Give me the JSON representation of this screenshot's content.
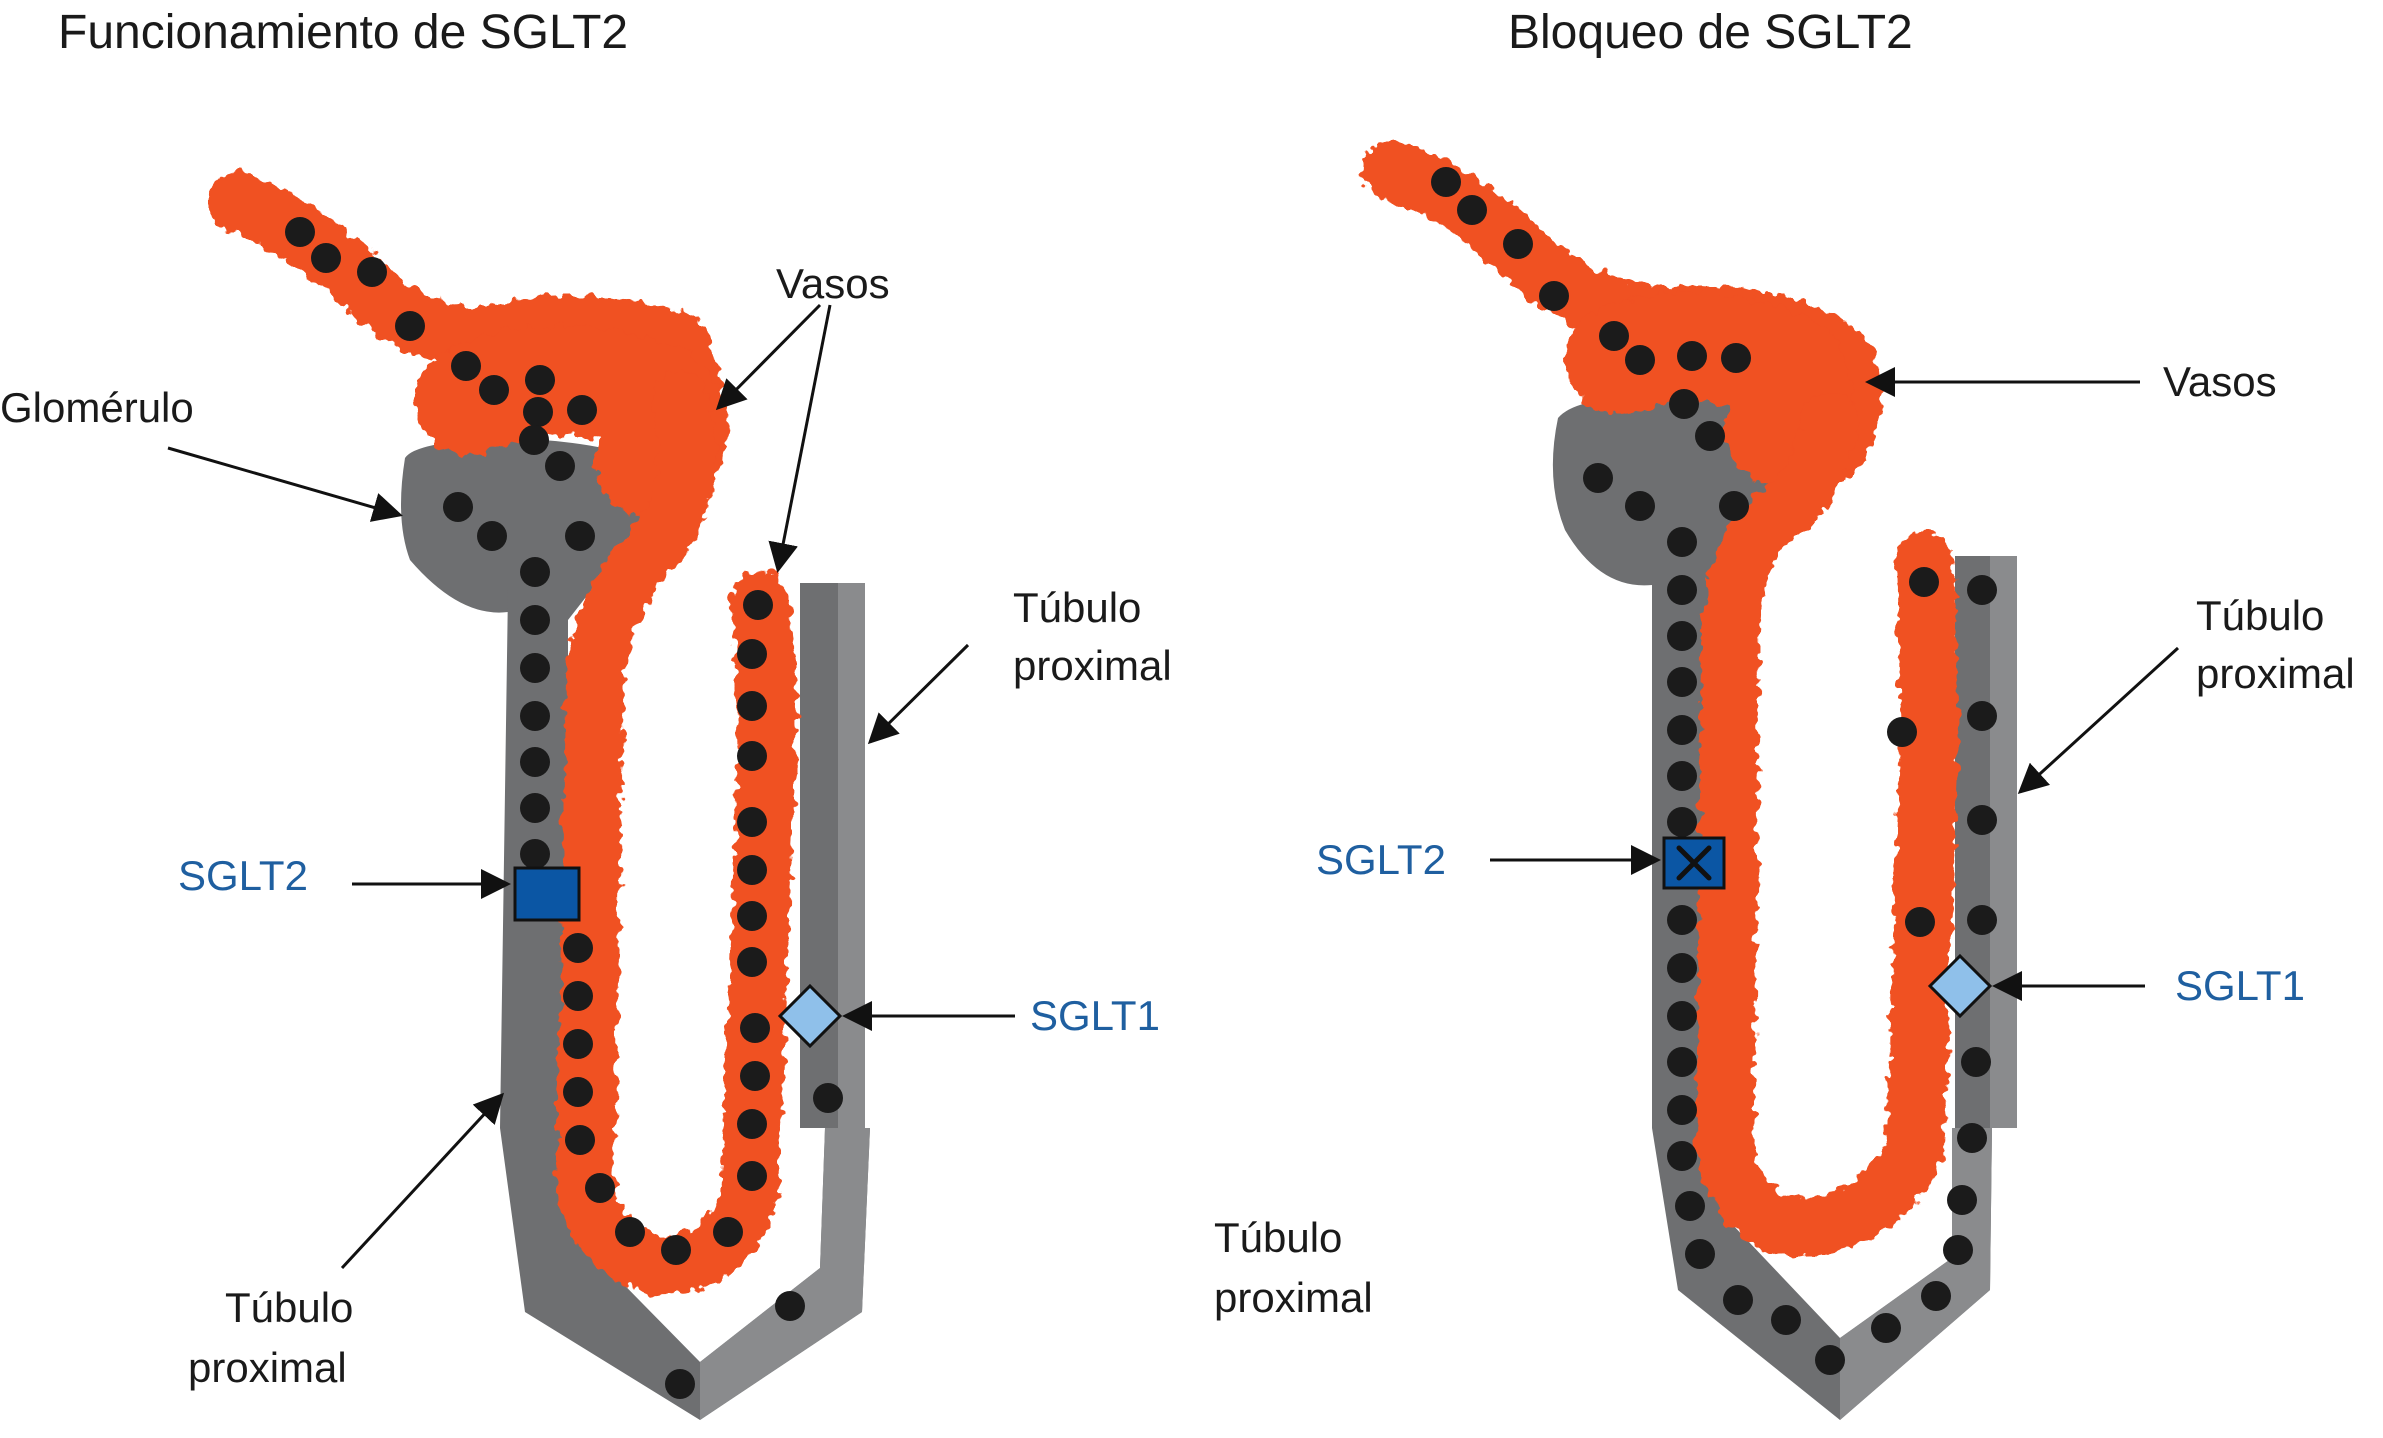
{
  "colors": {
    "tubule": "#6e6f71",
    "tubule_light": "#8a8b8d",
    "vessel": "#f05123",
    "molecule": "#1b1b1b",
    "sglt2": "#0b56a4",
    "sglt1": "#8fc0ea",
    "label_blue": "#1f5fa0",
    "arrow": "#111111"
  },
  "left_panel": {
    "title": "Funcionamiento de SGLT2",
    "labels": {
      "vessels": "Vasos",
      "glomerulus": "Glomérulo",
      "tubule_right_1": "Túbulo",
      "tubule_right_2": "proximal",
      "tubule_bottom_1": "Túbulo",
      "tubule_bottom_2": "proximal",
      "sglt2": "SGLT2",
      "sglt1": "SGLT1"
    }
  },
  "right_panel": {
    "title": "Bloqueo de SGLT2",
    "labels": {
      "vessels": "Vasos",
      "tubule_right_1": "Túbulo",
      "tubule_right_2": "proximal",
      "tubule_bottom_1": "Túbulo",
      "tubule_bottom_2": "proximal",
      "sglt2": "SGLT2",
      "sglt1": "SGLT1"
    }
  }
}
